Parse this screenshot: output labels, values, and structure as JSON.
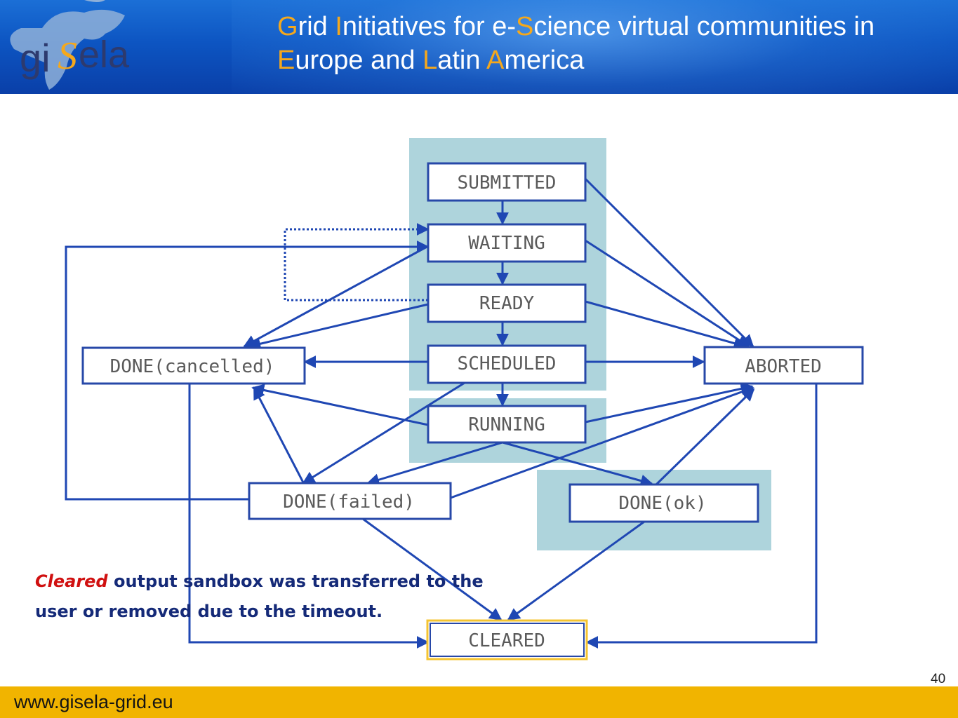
{
  "header": {
    "logo_text_parts": [
      "gi",
      "S",
      "ela"
    ],
    "title_segments": [
      {
        "text": "G",
        "hl": true
      },
      {
        "text": "rid ",
        "hl": false
      },
      {
        "text": "I",
        "hl": true
      },
      {
        "text": "nitiatives for e-",
        "hl": false
      },
      {
        "text": "S",
        "hl": true
      },
      {
        "text": "cience virtual communities in ",
        "hl": false
      },
      {
        "text": "E",
        "hl": true
      },
      {
        "text": "urope and ",
        "hl": false
      },
      {
        "text": "L",
        "hl": true
      },
      {
        "text": "atin ",
        "hl": false
      },
      {
        "text": "A",
        "hl": true
      },
      {
        "text": "merica",
        "hl": false
      }
    ]
  },
  "diagram": {
    "states": {
      "submitted": "SUBMITTED",
      "waiting": "WAITING",
      "ready": "READY",
      "scheduled": "SCHEDULED",
      "running": "RUNNING",
      "done_cancelled": "DONE(cancelled)",
      "aborted": "ABORTED",
      "done_failed": "DONE(failed)",
      "done_ok": "DONE(ok)",
      "cleared": "CLEARED"
    }
  },
  "caption": {
    "term": "Cleared",
    "text": " output sandbox was transferred to the user or removed due to the timeout."
  },
  "footer": {
    "url": "www.gisela-grid.eu",
    "page_number": "40"
  },
  "colors": {
    "arrow": "#1f47b3",
    "box_border": "#2748a8",
    "band": "#aed4dc",
    "highlight": "#f5a81c",
    "footer": "#f1b400"
  }
}
